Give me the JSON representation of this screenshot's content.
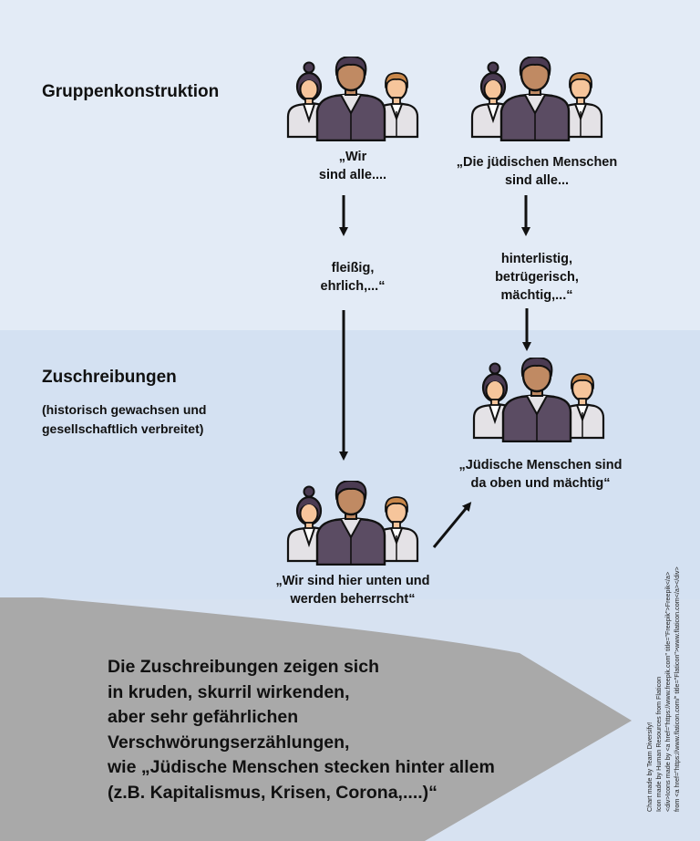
{
  "sections": {
    "construction_heading": "Gruppenkonstruktion",
    "attribution_heading": "Zuschreibungen",
    "attribution_note_1": "(historisch gewachsen und",
    "attribution_note_2": "gesellschaftlich verbreitet)"
  },
  "groups": {
    "wir": {
      "line1": "„Wir",
      "line2": "sind alle...."
    },
    "juedische": {
      "line1": "„Die jüdischen Menschen",
      "line2": "sind alle..."
    },
    "wir_traits": {
      "line1": "fleißig,",
      "line2": "ehrlich,...“"
    },
    "juedische_traits": {
      "line1": "hinterlistig,",
      "line2": "betrügerisch,",
      "line3": "mächtig,...“"
    },
    "oben": {
      "line1": "„Jüdische Menschen sind",
      "line2": "da oben und mächtig“"
    },
    "unten": {
      "line1": "„Wir sind hier unten und",
      "line2": "werden beherrscht“"
    }
  },
  "banner": {
    "line1": "Die Zuschreibungen zeigen sich",
    "line2": "in kruden, skurril wirkenden,",
    "line3": "aber sehr gefährlichen",
    "line4": "Verschwörungserzählungen,",
    "line5": "wie „Jüdische Menschen stecken hinter allem",
    "line6": "(z.B. Kapitalismus, Krisen, Corona,....)“"
  },
  "credits": {
    "line1": "Chart made by Team Diversify!",
    "line2": "Icon made by Human Resources from Flaticon",
    "line3": "<div>Icons made by <a href=\"https://www.freepik.com\" title=\"Freepik\">Freepik</a>",
    "line4": "from <a href=\"https://www.flaticon.com/\" title=\"Flaticon\">www.flaticon.com</a></div>"
  },
  "colors": {
    "band_top": "#e3ebf6",
    "band_mid": "#d4e1f2",
    "band_bottom": "#d7e2f1",
    "banner_gray": "#a9a9a9",
    "skin_light": "#f6c59b",
    "skin_dark": "#c08a63",
    "hair": "#4b3b52",
    "shirt_dark": "#5b4c63",
    "shirt_light": "#e4e2e6"
  },
  "icons": {
    "group": "people-group-icon",
    "arrow": "arrow-down-icon",
    "arrow_diag": "arrow-up-right-icon"
  }
}
